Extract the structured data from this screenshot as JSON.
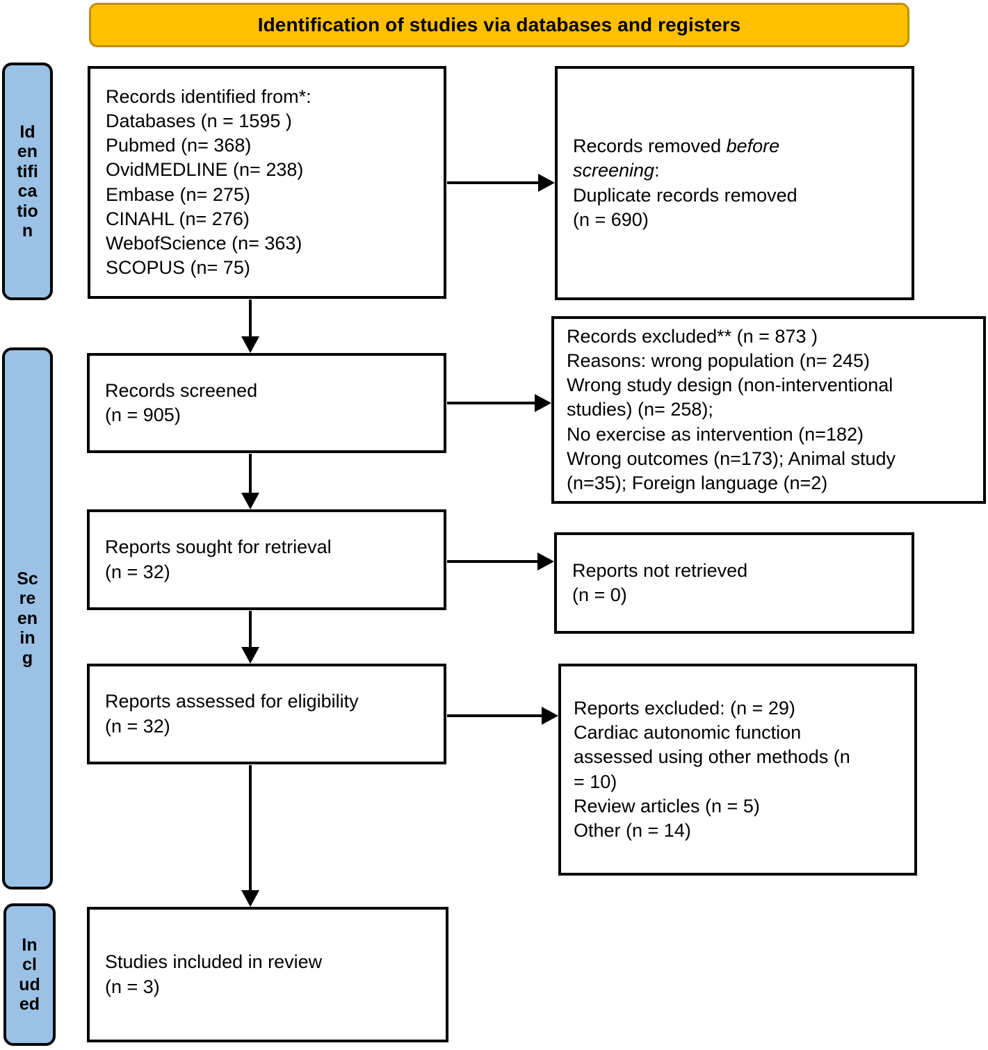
{
  "header": {
    "title": "Identification of studies via databases and registers"
  },
  "stages": [
    {
      "id": "identification",
      "label": "Id\nen\ntifi\nca\ntio\nn"
    },
    {
      "id": "screening",
      "label": "Sc\nre\nen\nin\ng"
    },
    {
      "id": "included",
      "label": "In\ncl\nud\ned"
    }
  ],
  "boxes": {
    "identified": {
      "label": "Records identified from*:\n    Databases (n = 1595 )\n    Pubmed (n= 368)\n    OvidMEDLINE (n= 238)\n    Embase (n= 275)\n    CINAHL (n= 276)\n    WebofScience (n= 363)\n    SCOPUS (n= 75)"
    },
    "removed_before_screening": {
      "line1": "Records removed ",
      "italic1": "before",
      "italic2": "screening",
      "line2": ":\n    Duplicate records removed\n(n = 690)"
    },
    "screened": {
      "label": "Records screened\n(n = 905)"
    },
    "records_excluded": {
      "label": "Records excluded** (n = 873 )\nReasons: wrong population (n= 245)\nWrong study design (non-interventional\nstudies) (n= 258);\nNo exercise as intervention (n=182)\nWrong outcomes (n=173); Animal study\n(n=35); Foreign language (n=2)"
    },
    "sought": {
      "label": "Reports sought for retrieval\n(n = 32)"
    },
    "not_retrieved": {
      "label": "Reports not retrieved\n(n = 0)"
    },
    "assessed": {
      "label": "Reports assessed for eligibility\n(n = 32)"
    },
    "reports_excluded": {
      "label": "Reports excluded: (n = 29)\nCardiac autonomic function\nassessed using other methods (n\n= 10)\nReview articles (n = 5)\nOther (n = 14)"
    },
    "included": {
      "label": "Studies included in review\n(n = 3)"
    }
  },
  "chart_data": {
    "type": "diagram",
    "title": "Identification of studies via databases and registers",
    "diagram_kind": "PRISMA 2020 flow diagram",
    "stages": [
      "Identification",
      "Screening",
      "Included"
    ],
    "nodes": [
      {
        "id": "identified",
        "stage": "Identification",
        "label": "Records identified from*",
        "total": 1595,
        "sources": [
          {
            "name": "Databases",
            "n": 1595
          },
          {
            "name": "Pubmed",
            "n": 368
          },
          {
            "name": "OvidMEDLINE",
            "n": 238
          },
          {
            "name": "Embase",
            "n": 275
          },
          {
            "name": "CINAHL",
            "n": 276
          },
          {
            "name": "WebofScience",
            "n": 363
          },
          {
            "name": "SCOPUS",
            "n": 75
          }
        ]
      },
      {
        "id": "removed_before_screening",
        "stage": "Identification",
        "label": "Records removed before screening: Duplicate records removed",
        "n": 690
      },
      {
        "id": "screened",
        "stage": "Screening",
        "label": "Records screened",
        "n": 905
      },
      {
        "id": "records_excluded",
        "stage": "Screening",
        "label": "Records excluded**",
        "n": 873,
        "reasons": [
          {
            "name": "wrong population",
            "n": 245
          },
          {
            "name": "Wrong study design (non-interventional studies)",
            "n": 258
          },
          {
            "name": "No exercise as intervention",
            "n": 182
          },
          {
            "name": "Wrong outcomes",
            "n": 173
          },
          {
            "name": "Animal study",
            "n": 35
          },
          {
            "name": "Foreign language",
            "n": 2
          }
        ]
      },
      {
        "id": "sought",
        "stage": "Screening",
        "label": "Reports sought for retrieval",
        "n": 32
      },
      {
        "id": "not_retrieved",
        "stage": "Screening",
        "label": "Reports not retrieved",
        "n": 0
      },
      {
        "id": "assessed",
        "stage": "Screening",
        "label": "Reports assessed for eligibility",
        "n": 32
      },
      {
        "id": "reports_excluded",
        "stage": "Screening",
        "label": "Reports excluded",
        "n": 29,
        "reasons": [
          {
            "name": "Cardiac autonomic function assessed using other methods",
            "n": 10
          },
          {
            "name": "Review articles",
            "n": 5
          },
          {
            "name": "Other",
            "n": 14
          }
        ]
      },
      {
        "id": "included",
        "stage": "Included",
        "label": "Studies included in review",
        "n": 3
      }
    ],
    "edges": [
      {
        "from": "identified",
        "to": "removed_before_screening",
        "direction": "right"
      },
      {
        "from": "identified",
        "to": "screened",
        "direction": "down"
      },
      {
        "from": "screened",
        "to": "records_excluded",
        "direction": "right"
      },
      {
        "from": "screened",
        "to": "sought",
        "direction": "down"
      },
      {
        "from": "sought",
        "to": "not_retrieved",
        "direction": "right"
      },
      {
        "from": "sought",
        "to": "assessed",
        "direction": "down"
      },
      {
        "from": "assessed",
        "to": "reports_excluded",
        "direction": "right"
      },
      {
        "from": "assessed",
        "to": "included",
        "direction": "down"
      }
    ],
    "colors": {
      "header_fill": "#FFC000",
      "header_border": "#BF8F00",
      "stage_band_fill": "#9BC2E6",
      "box_border": "#000000",
      "box_fill": "#FFFFFF"
    }
  }
}
